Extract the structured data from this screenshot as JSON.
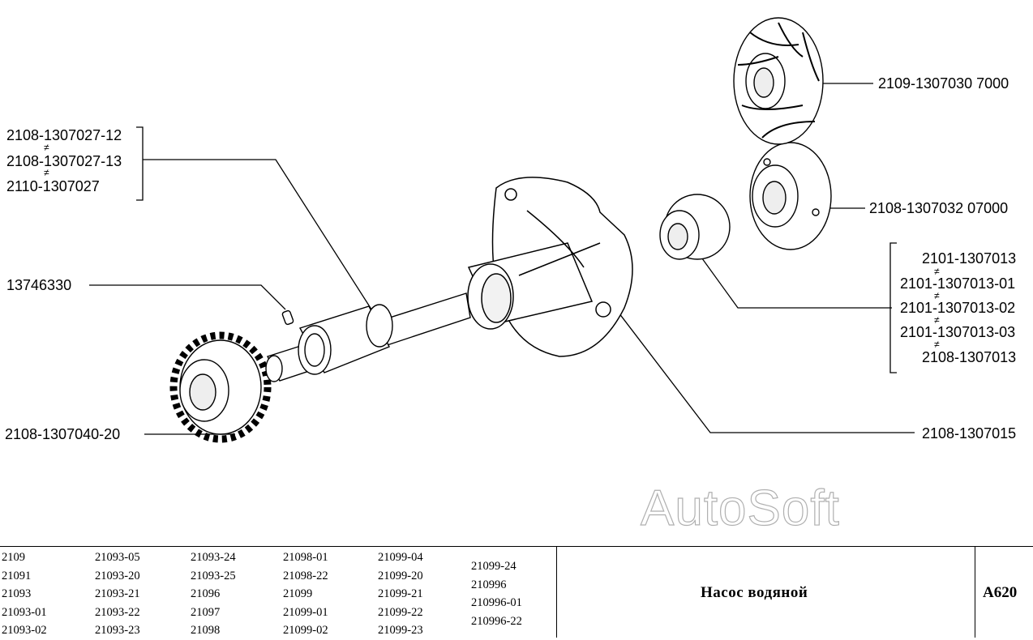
{
  "labels": {
    "shaft_group": [
      "2108-1307027-12",
      "2108-1307027-13",
      "2110-1307027"
    ],
    "set_screw": "13746330",
    "gear": "2108-1307040-20",
    "impeller": "2109-1307030  7000",
    "impeller2": "2108-1307032  07000",
    "seal_group": [
      "2101-1307013",
      "2101-1307013-01",
      "2101-1307013-02",
      "2101-1307013-03",
      "2108-1307013"
    ],
    "housing": "2108-1307015",
    "neq_symbol": "≠"
  },
  "watermark": "AutoSoft",
  "models": [
    [
      "2109",
      "21091",
      "21093",
      "21093-01",
      "21093-02"
    ],
    [
      "21093-05",
      "21093-20",
      "21093-21",
      "21093-22",
      "21093-23"
    ],
    [
      "21093-24",
      "21093-25",
      "21096",
      "21097",
      "21098"
    ],
    [
      "21098-01",
      "21098-22",
      "21099",
      "21099-01",
      "21099-02"
    ],
    [
      "21099-04",
      "21099-20",
      "21099-21",
      "21099-22",
      "21099-23"
    ],
    [
      "21099-24",
      "210996",
      "210996-01",
      "210996-22"
    ]
  ],
  "title": "Насос водяной",
  "code": "A620"
}
